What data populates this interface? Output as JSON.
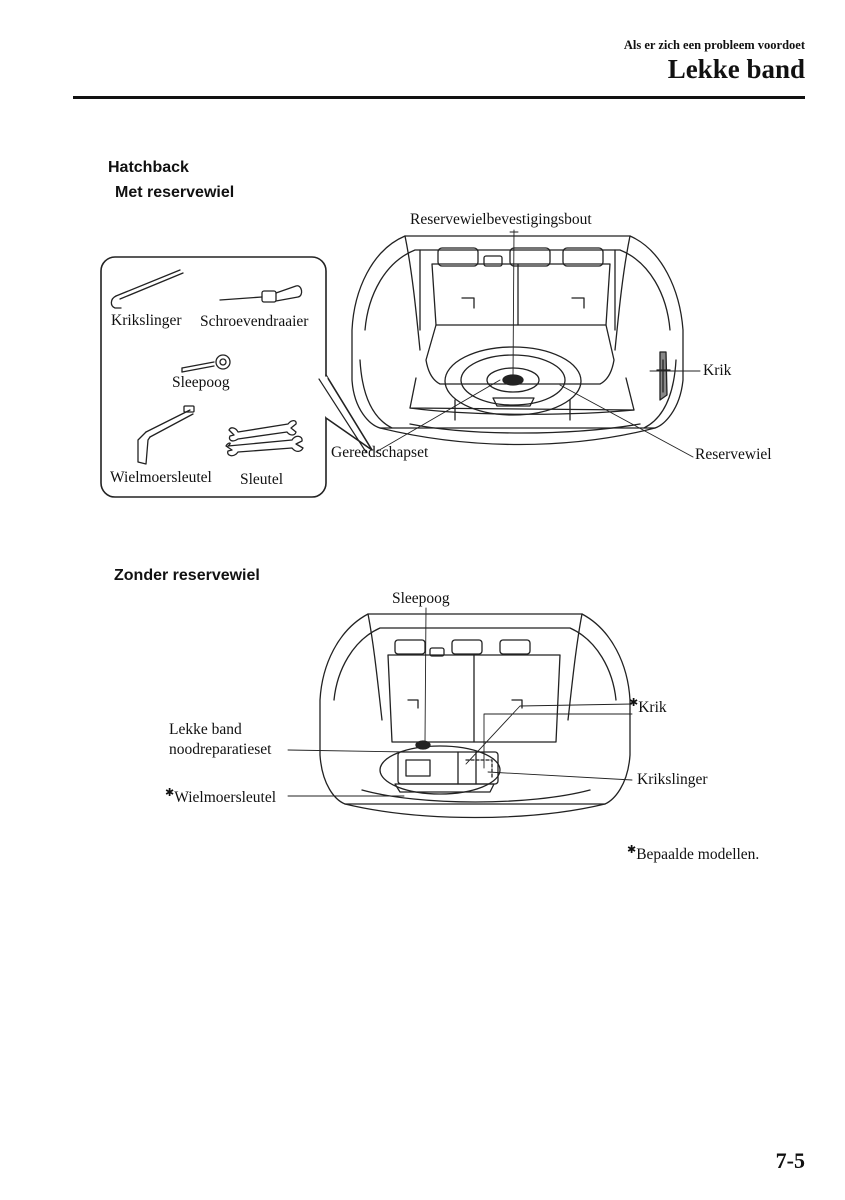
{
  "header": {
    "chapter": "Als er zich een probleem voordoet",
    "title": "Lekke band"
  },
  "hatchback": {
    "heading": "Hatchback",
    "with_spare": {
      "heading": "Met reservewiel",
      "tools": {
        "krikslinger": "Krikslinger",
        "schroevendraaier": "Schroevendraaier",
        "sleepoog": "Sleepoog",
        "wielmoersleutel": "Wielmoersleutel",
        "sleutel": "Sleutel"
      },
      "callouts": {
        "bout": "Reservewielbevestigingsbout",
        "krik": "Krik",
        "gereedschapset": "Gereedschapset",
        "reservewiel": "Reservewiel"
      }
    },
    "without_spare": {
      "heading": "Zonder reservewiel",
      "callouts": {
        "sleepoog": "Sleepoog",
        "kit_line1": "Lekke band",
        "kit_line2": "noodreparatieset",
        "krik": "Krik",
        "krikslinger": "Krikslinger",
        "wielmoersleutel": "Wielmoersleutel"
      }
    }
  },
  "footnote": {
    "mark": "✱",
    "text": "Bepaalde modellen."
  },
  "page_number": "7-5"
}
